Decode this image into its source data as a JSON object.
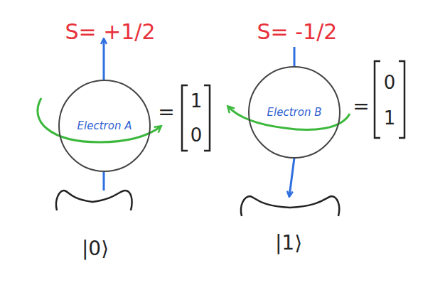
{
  "diagram": {
    "nodes": [
      {
        "text": [
          "Electron A"
        ]
      },
      {
        "text": [
          "Electron B"
        ]
      }
    ],
    "labels": [
      "S= +1/2",
      "=",
      "1",
      "0",
      "|0⟩",
      "S= -1/2",
      "=",
      "0",
      "1",
      "|1⟩"
    ]
  }
}
